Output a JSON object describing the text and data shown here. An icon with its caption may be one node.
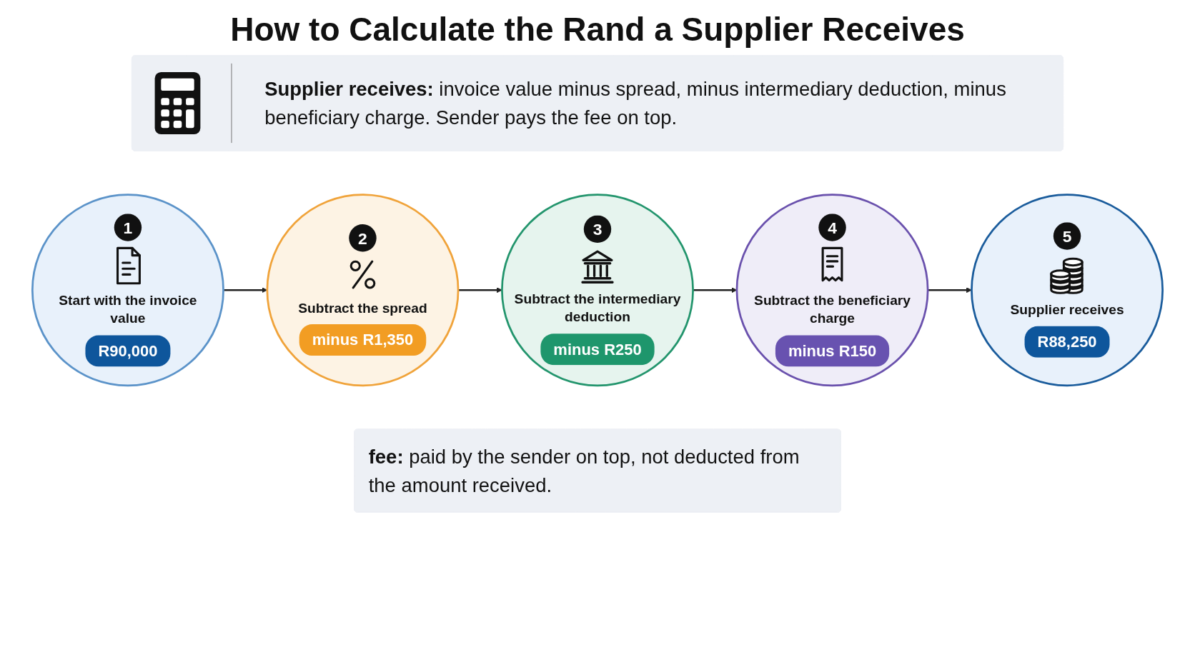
{
  "diagram": {
    "title": "How to Calculate the Rand a Supplier Receives",
    "nodes": [
      {
        "text": [
          "**Supplier receives:** invoice value minus spread, minus intermediary deduction, minus beneficiary charge. Sender pays the fee on top."
        ]
      },
      {
        "text": [
          "1",
          "Start with the invoice value",
          "R90,000"
        ]
      },
      {
        "text": [
          "2",
          "Subtract the spread",
          "minus R1,350"
        ]
      },
      {
        "text": [
          "3",
          "Subtract the intermediary deduction",
          "minus R250"
        ]
      },
      {
        "text": [
          "4",
          "Subtract the beneficiary charge",
          "minus R150"
        ]
      },
      {
        "text": [
          "5",
          "Supplier receives",
          "R88,250"
        ]
      },
      {
        "text": [
          "**fee:** paid by the sender on top, not deducted from the amount received."
        ]
      }
    ],
    "edges": [
      {
        "from": 1,
        "to": 2,
        "arrow": "to"
      },
      {
        "from": 2,
        "to": 3,
        "arrow": "to"
      },
      {
        "from": 3,
        "to": 4,
        "arrow": "to"
      },
      {
        "from": 4,
        "to": 5,
        "arrow": "to"
      }
    ]
  }
}
